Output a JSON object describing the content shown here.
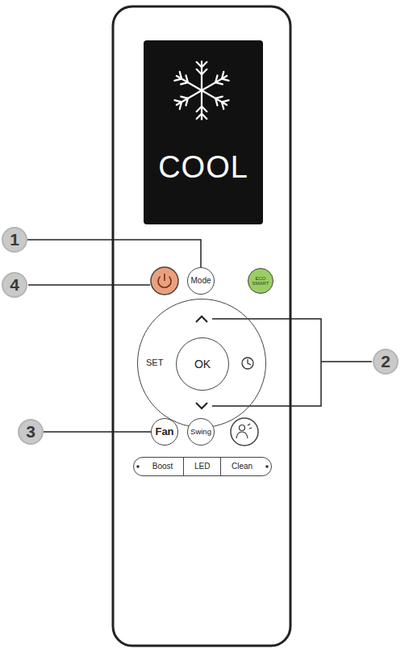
{
  "diagram": {
    "nodes": [
      {
        "text": [
          "COOL"
        ]
      },
      {
        "text": [
          "1"
        ]
      },
      {
        "text": [
          "Mode"
        ]
      },
      {
        "text": [
          "4"
        ]
      },
      {
        "text": [
          "ECO SMART"
        ]
      },
      {
        "text": [
          "SET"
        ]
      },
      {
        "text": [
          "OK"
        ],
        "in": 5
      },
      {
        "text": [
          "2"
        ]
      },
      {
        "text": [
          "3"
        ]
      },
      {
        "text": [
          "Fan"
        ]
      },
      {
        "text": [
          "Swing"
        ]
      },
      {
        "text": [
          "Boost",
          "LED",
          "Clean"
        ]
      }
    ],
    "edges": [
      {
        "from": 1,
        "to": 2,
        "arrow": "none"
      },
      {
        "from": 8,
        "to": 9,
        "arrow": "none"
      }
    ]
  }
}
